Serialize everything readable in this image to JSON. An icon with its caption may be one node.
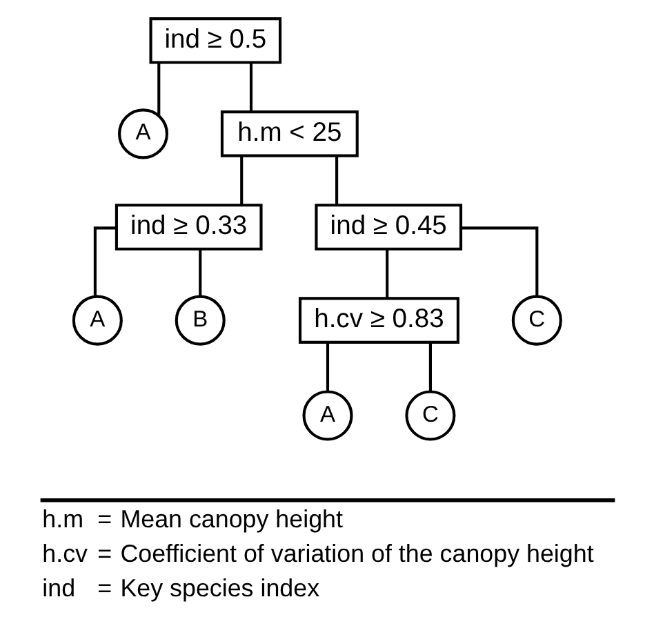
{
  "diagram": {
    "nodes": [
      {
        "text": [
          "ind ≥ 0.5"
        ]
      },
      {
        "text": [
          "A"
        ]
      },
      {
        "text": [
          "h.m < 25"
        ]
      },
      {
        "text": [
          "ind ≥ 0.33"
        ]
      },
      {
        "text": [
          "ind ≥ 0.45"
        ]
      },
      {
        "text": [
          "A"
        ]
      },
      {
        "text": [
          "B"
        ]
      },
      {
        "text": [
          "h.cv ≥ 0.83"
        ]
      },
      {
        "text": [
          "C"
        ]
      },
      {
        "text": [
          "A"
        ]
      },
      {
        "text": [
          "C"
        ]
      }
    ],
    "edges": [
      {
        "from": 0,
        "to": 1,
        "arrow": "none"
      },
      {
        "from": 0,
        "to": 2,
        "arrow": "none"
      },
      {
        "from": 2,
        "to": 3,
        "arrow": "none"
      },
      {
        "from": 2,
        "to": 4,
        "arrow": "none"
      },
      {
        "from": 3,
        "to": 5,
        "arrow": "none"
      },
      {
        "from": 3,
        "to": 6,
        "arrow": "none"
      },
      {
        "from": 4,
        "to": 7,
        "arrow": "none"
      },
      {
        "from": 4,
        "to": 8,
        "arrow": "none"
      },
      {
        "from": 7,
        "to": 9,
        "arrow": "none"
      },
      {
        "from": 7,
        "to": 10,
        "arrow": "none"
      }
    ],
    "labels": [
      "h.m",
      "=",
      "Mean canopy height",
      "h.cv",
      "=",
      "Coefficient of variation of the canopy height",
      "ind",
      "=",
      "Key species index"
    ]
  }
}
